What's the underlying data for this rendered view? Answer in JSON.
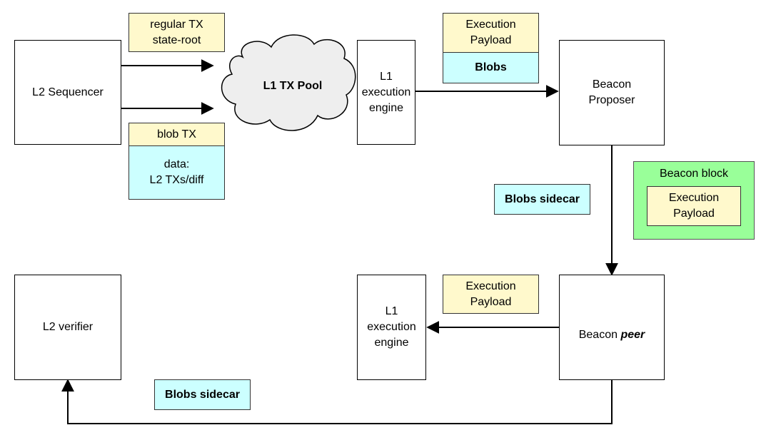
{
  "labels": {
    "l2_sequencer": "L2 Sequencer",
    "regular_tx": "regular TX\nstate-root",
    "blob_tx": "blob TX",
    "blob_data": "data:\nL2 TXs/diff",
    "l1_tx_pool": "L1 TX Pool",
    "l1_engine_top": "L1\nexecution\nengine",
    "execution_payload_top": "Execution\nPayload",
    "blobs_top": "Blobs",
    "beacon_proposer": "Beacon\nProposer",
    "blobs_sidecar_mid": "Blobs sidecar",
    "beacon_block": "Beacon block",
    "beacon_block_payload": "Execution\nPayload",
    "l2_verifier": "L2 verifier",
    "l1_engine_bottom": "L1\nexecution\nengine",
    "execution_payload_bottom": "Execution\nPayload",
    "beacon_peer_prefix": "Beacon ",
    "beacon_peer_emph": "peer",
    "blobs_sidecar_bottom": "Blobs sidecar"
  },
  "colors": {
    "note_yellow": "#fff9cc",
    "blob_cyan": "#ccffff",
    "block_green": "#99ff99",
    "cloud_fill": "#eeeeee"
  }
}
